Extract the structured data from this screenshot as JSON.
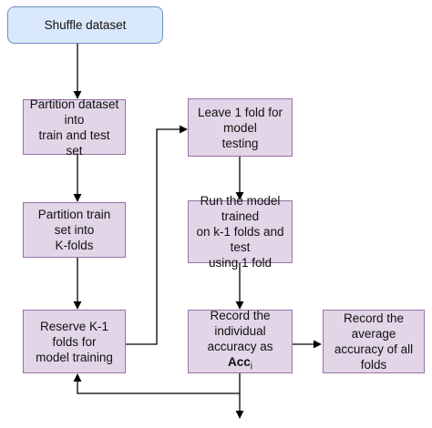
{
  "nodes": {
    "shuffle": "Shuffle dataset",
    "partition": "Partition dataset into\ntrain and test set",
    "kfolds": "Partition train set into\nK-folds",
    "reserve": "Reserve K-1 folds for\nmodel training",
    "leave": "Leave 1 fold for model\ntesting",
    "run": "Run the model trained\non k-1 folds and test\nusing 1 fold",
    "record_main": "Record the individual\naccuracy as ",
    "record_acc": "Acc",
    "record_sub": "i",
    "average": "Record the average\naccuracy of all folds"
  },
  "colors": {
    "start_fill": "#dae8fc",
    "start_stroke": "#6c8ebf",
    "process_fill": "#e1d5e7",
    "process_stroke": "#9673a6",
    "edge": "#000000"
  }
}
